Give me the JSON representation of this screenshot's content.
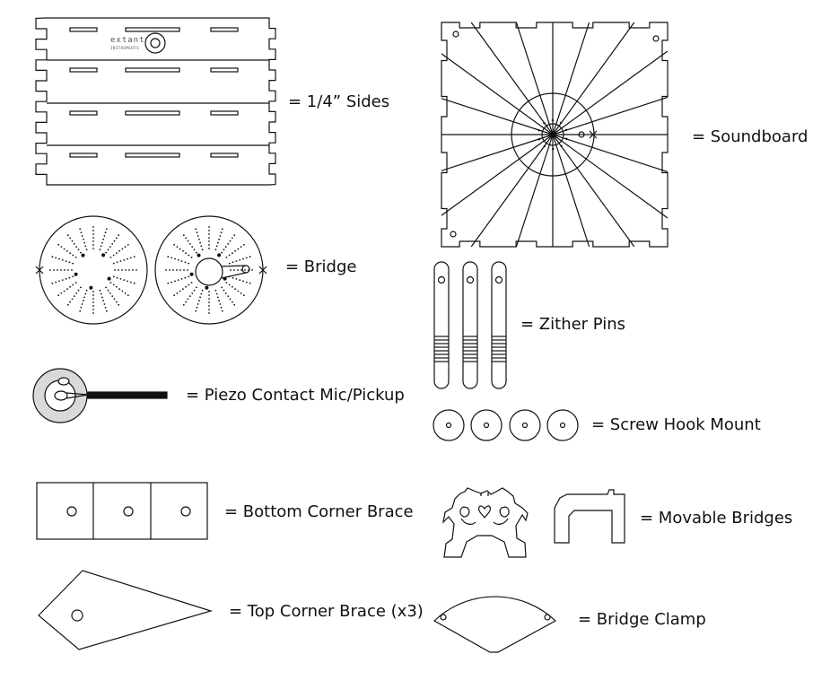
{
  "labels": {
    "sides": "= 1/4” Sides",
    "soundboard": "= Soundboard",
    "bridge": "= Bridge",
    "zither_pins": "= Zither Pins",
    "piezo": "= Piezo Contact Mic/Pickup",
    "screw_hook": "= Screw Hook Mount",
    "bottom_brace": "= Bottom Corner Brace",
    "movable_bridges": "= Movable Bridges",
    "top_brace": "= Top Corner Brace (x3)",
    "bridge_clamp": "= Bridge Clamp"
  },
  "logo": {
    "name": "extant",
    "sub": "INSTRUMENTS"
  },
  "colors": {
    "line": "#111111",
    "fill": "#ffffff",
    "piezo_fill": "#d9d9d9"
  }
}
